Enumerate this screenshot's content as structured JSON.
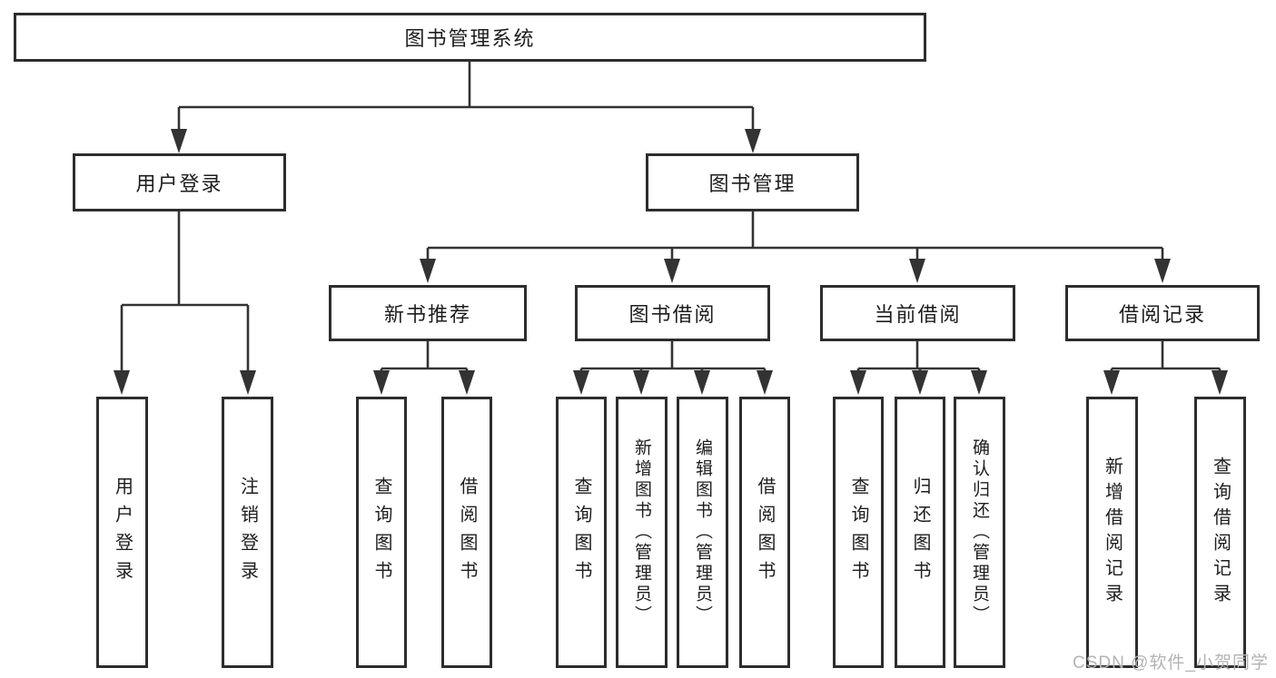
{
  "colors": {
    "line": "#333333",
    "box_border": "#2d2d2d",
    "text": "#1d1d1d",
    "background": "#ffffff",
    "watermark": "#b3b3b3"
  },
  "watermark": {
    "text": "CSDN @软件_小贺同学"
  },
  "diagram": {
    "root": {
      "label": "图书管理系统"
    },
    "branches": [
      {
        "label": "用户登录",
        "children": [
          {
            "label": "用户登录"
          },
          {
            "label": "注销登录"
          }
        ]
      },
      {
        "label": "图书管理",
        "children": [
          {
            "label": "新书推荐",
            "children": [
              {
                "label": "查询图书"
              },
              {
                "label": "借阅图书"
              }
            ]
          },
          {
            "label": "图书借阅",
            "children": [
              {
                "label": "查询图书"
              },
              {
                "label": "新增图书（管理员）"
              },
              {
                "label": "编辑图书（管理员）"
              },
              {
                "label": "借阅图书"
              }
            ]
          },
          {
            "label": "当前借阅",
            "children": [
              {
                "label": "查询图书"
              },
              {
                "label": "归还图书"
              },
              {
                "label": "确认归还（管理员）"
              }
            ]
          },
          {
            "label": "借阅记录",
            "children": [
              {
                "label": "新增借阅记录"
              },
              {
                "label": "查询借阅记录"
              }
            ]
          }
        ]
      }
    ]
  }
}
